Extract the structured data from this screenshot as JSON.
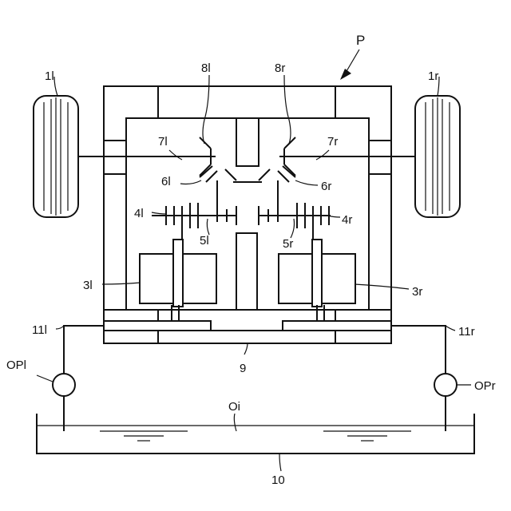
{
  "labels": {
    "P": "P",
    "wheel_left": "1l",
    "wheel_right": "1r",
    "gear_8l": "8l",
    "gear_8r": "8r",
    "shaft_7l": "7l",
    "shaft_7r": "7r",
    "gear_6l": "6l",
    "gear_6r": "6r",
    "gear_4l": "4l",
    "gear_4r": "4r",
    "gear_5l": "5l",
    "gear_5r": "5r",
    "motor_3l": "3l",
    "motor_3r": "3r",
    "pipe_11l": "11l",
    "pipe_11r": "11r",
    "pump_left": "OPl",
    "pump_right": "OPr",
    "case_9": "9",
    "oil": "Oi",
    "tank_10": "10"
  }
}
